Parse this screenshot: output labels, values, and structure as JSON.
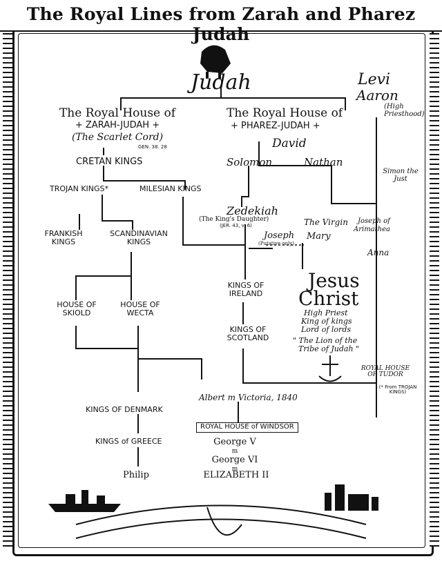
{
  "title": "The Royal Lines from Zarah and Pharez Judah",
  "judah": "Judah",
  "levi": "Levi",
  "aaron": "Aaron",
  "high_priesthood": "(High Priesthood)",
  "zarah": {
    "line1": "The Royal House of",
    "line2": "+ ZARAH-JUDAH +",
    "line3": "(The Scarlet Cord)",
    "gen": "GEN. 38. 28"
  },
  "pharez": {
    "line1": "The Royal House of",
    "line2": "+ PHAREZ-JUDAH +"
  },
  "david": "David",
  "solomon": "Solomon",
  "nathan": "Nathan",
  "simon": "Simon the Just",
  "cretan": "CRETAN KINGS",
  "trojan": "TROJAN KINGS*",
  "milesian": "MILESIAN KINGS",
  "zedekiah": "Zedekiah",
  "kings_daughter": "(The King's Daughter)",
  "jer_ref": "(JER. 43, v. 6)",
  "joseph": "Joseph",
  "putative": "(Putative only)",
  "virgin": "The Virgin",
  "mary": "Mary",
  "joseph_of": "Joseph of",
  "arimathea": "Arimathea",
  "anna": "Anna",
  "frankish": "FRANKISH KINGS",
  "scandinavian": "SCANDINAVIAN KINGS",
  "kings_ireland": "KINGS OF IRELAND",
  "jesus": "Jesus",
  "christ": "Christ",
  "high_priest": "High Priest",
  "king_of_kings": "King of kings",
  "lord_of_lords": "Lord of lords",
  "lion_quote1": "\" The Lion of the",
  "lion_quote2": "Tribe of Judah \"",
  "house_skiold": "HOUSE OF SKIOLD",
  "house_wecta": "HOUSE OF WECTA",
  "kings_scotland": "KINGS OF SCOTLAND",
  "tudor": "ROYAL HOUSE OF TUDOR",
  "from_trojan": "(* From TROJAN KINGS)",
  "albert_victoria": "Albert m Victoria, 1840",
  "kings_denmark": "KINGS OF DENMARK",
  "windsor": "ROYAL HOUSE of WINDSOR",
  "kings_greece": "KINGS of GREECE",
  "george_v": "George V",
  "m1": "m",
  "george_vi": "George VI",
  "m2": "m",
  "philip": "Philip",
  "elizabeth": "ELIZABETH II"
}
